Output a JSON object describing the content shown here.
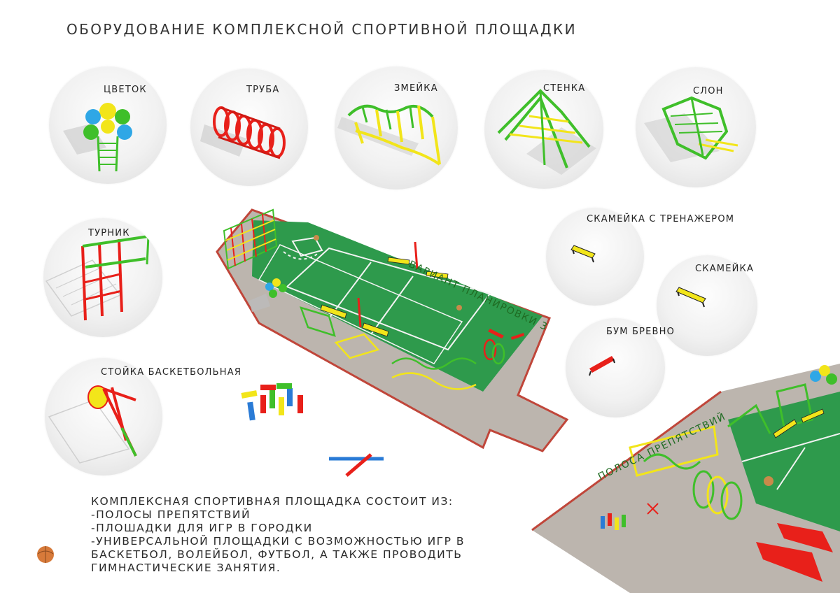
{
  "page": {
    "title": "ОБОРУДОВАНИЕ КОМПЛЕКСНОЙ СПОРТИВНОЙ ПЛОЩАДКИ"
  },
  "equipment": {
    "flower": "ЦВЕТОК",
    "pipe": "ТРУБА",
    "snake": "ЗМЕЙКА",
    "wall": "СТЕНКА",
    "elephant": "СЛОН",
    "bar": "ТУРНИК",
    "bench_trainer": "СКАМЕЙКА  С ТРЕНАЖЕРОМ",
    "bench": "СКАМЕЙКА",
    "boom_log": "БУМ БРЕВНО",
    "basketball_stand": "СТОЙКА БАСКЕТБОЛЬНАЯ"
  },
  "plan": {
    "variant_label": "ВАРИАНТ ПЛАНИРОВКИ 3",
    "obstacle_label": "ПОЛОСА ПРЕПЯТСТВИЙ"
  },
  "description": {
    "heading": "КОМПЛЕКСНАЯ СПОРТИВНАЯ ПЛОЩАДКА СОСТОИТ ИЗ:",
    "item_1": "-ПОЛОСЫ ПРЕПЯТСТВИЙ",
    "item_2": "-ПЛОШАДКИ ДЛЯ ИГР В ГОРОДКИ",
    "item_3": "-УНИВЕРСАЛЬНОЙ ПЛОЩАДКИ С ВОЗМОЖНОСТЬЮ ИГР В",
    "item_4": "БАСКЕТБОЛ, ВОЛЕЙБОЛ, ФУТБОЛ, А ТАКЖЕ ПРОВОДИТЬ",
    "item_5": "ГИМНАСТИЧЕСКИЕ ЗАНЯТИЯ."
  },
  "colors": {
    "field_green": "#2e9a4c",
    "border_gray": "#b9b2ac",
    "curb_red": "#c0463a",
    "frame_green": "#3fbf2a",
    "frame_red": "#e8201a",
    "frame_yellow": "#f2e51a",
    "flower_blue": "#2fa7e6"
  }
}
